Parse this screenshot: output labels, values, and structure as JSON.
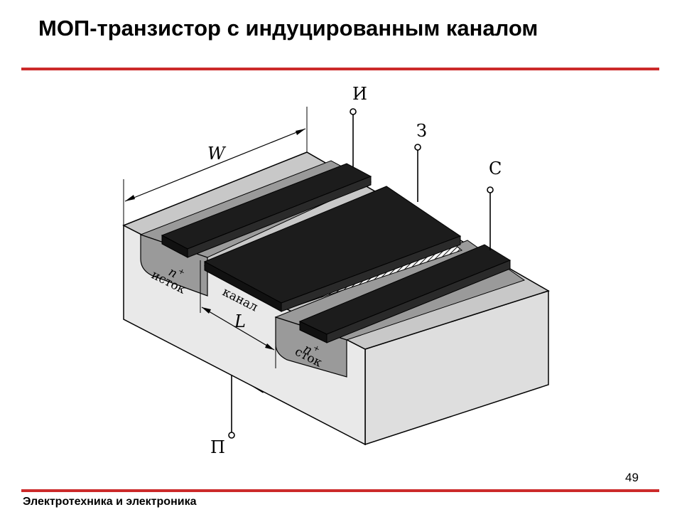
{
  "slide": {
    "title": "МОП-транзистор с индуцированным каналом",
    "page_number": "49",
    "footer": "Электротехника и электроника"
  },
  "diagram": {
    "terminals": {
      "source": "И",
      "gate": "З",
      "drain": "С",
      "substrate": "П"
    },
    "dimensions": {
      "width": "W",
      "length": "L"
    },
    "regions": {
      "source_doping": "n",
      "source_doping_sup": "+",
      "source_name": "исток",
      "drain_doping": "n",
      "drain_doping_sup": "+",
      "drain_name": "сток",
      "channel_name": "канал"
    }
  },
  "colors": {
    "accent_rule": "#cc2a2a",
    "metal": "#141414",
    "oxide_light": "#c8c8c8",
    "substrate_face": "#e6e6e6",
    "doped_region": "#9a9a9a"
  }
}
